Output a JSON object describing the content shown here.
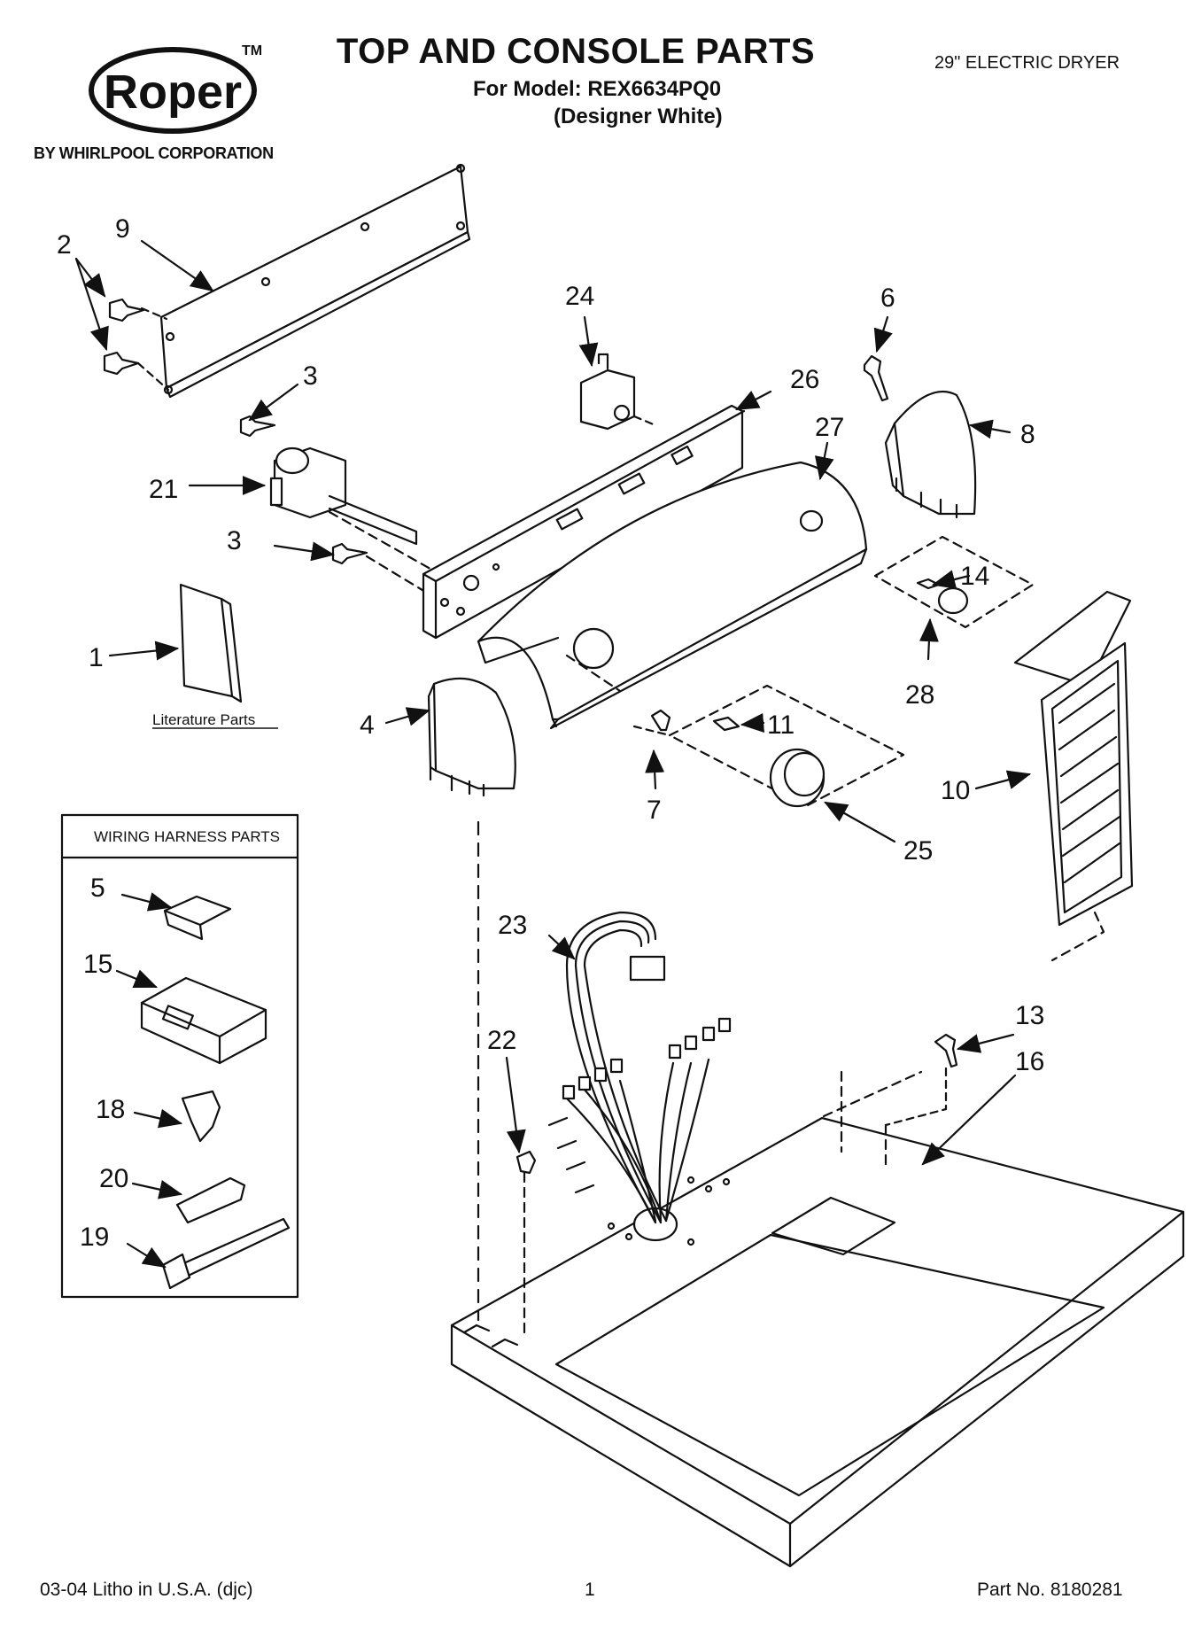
{
  "header": {
    "brand": "Roper",
    "trademark": "TM",
    "byline": "BY WHIRLPOOL CORPORATION",
    "title": "TOP AND CONSOLE PARTS",
    "model_line": "For Model: REX6634PQ0",
    "variant_line": "(Designer White)",
    "product": "29\" ELECTRIC DRYER"
  },
  "diagram": {
    "literature_label": "Literature Parts",
    "wiring_box_title": "WIRING HARNESS PARTS",
    "callouts": {
      "c1": "1",
      "c2": "2",
      "c3a": "3",
      "c3b": "3",
      "c4": "4",
      "c5": "5",
      "c6": "6",
      "c7": "7",
      "c8": "8",
      "c9": "9",
      "c10": "10",
      "c11": "11",
      "c13": "13",
      "c14": "14",
      "c15": "15",
      "c16": "16",
      "c18": "18",
      "c19": "19",
      "c20": "20",
      "c21": "21",
      "c22": "22",
      "c23": "23",
      "c24": "24",
      "c25": "25",
      "c26": "26",
      "c27": "27",
      "c28": "28"
    }
  },
  "footer": {
    "left": "03-04 Litho in U.S.A. (djc)",
    "page": "1",
    "part": "Part No. 8180281"
  }
}
